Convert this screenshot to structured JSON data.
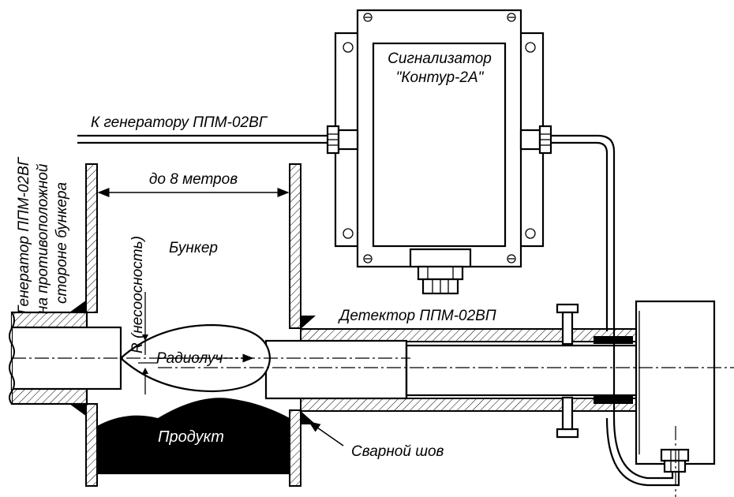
{
  "labels": {
    "signalizer_line1": "Сигнализатор",
    "signalizer_line2": "\"Контур-2А\"",
    "to_generator": "К генератору ППМ-02ВГ",
    "generator_line1": "Генератор ППМ-02ВГ",
    "generator_line2": "на противоположной",
    "generator_line3": "стороне бункера",
    "distance": "до 8 метров",
    "misalignment": "R (несоосность)",
    "bunker": "Бункер",
    "radiobeam": "Радиолуч",
    "detector": "Детектор ППМ-02ВП",
    "product": "Продукт",
    "weld": "Сварной шов"
  },
  "colors": {
    "ink": "#000000",
    "paper": "#ffffff"
  }
}
